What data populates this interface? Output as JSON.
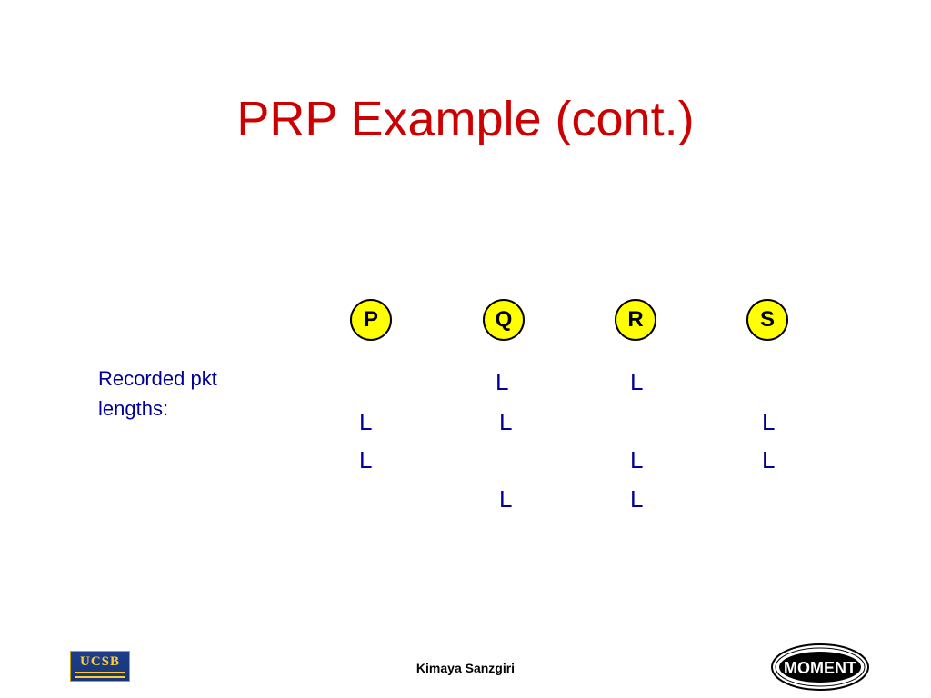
{
  "slide": {
    "title": "PRP Example (cont.)",
    "nodes": [
      "P",
      "Q",
      "R",
      "S"
    ],
    "label_line1": "Recorded pkt",
    "label_line2": "lengths:",
    "cell_text": "L",
    "rows": [
      [
        false,
        true,
        true,
        false
      ],
      [
        true,
        true,
        false,
        true
      ],
      [
        true,
        false,
        true,
        true
      ],
      [
        false,
        true,
        true,
        false
      ]
    ],
    "presenter": "Kimaya Sanzgiri",
    "logos": {
      "left": "UCSB",
      "right": "MOMENT"
    }
  },
  "colors": {
    "title": "#cc0000",
    "node_fill": "#ffff00",
    "body_text": "#000099"
  }
}
